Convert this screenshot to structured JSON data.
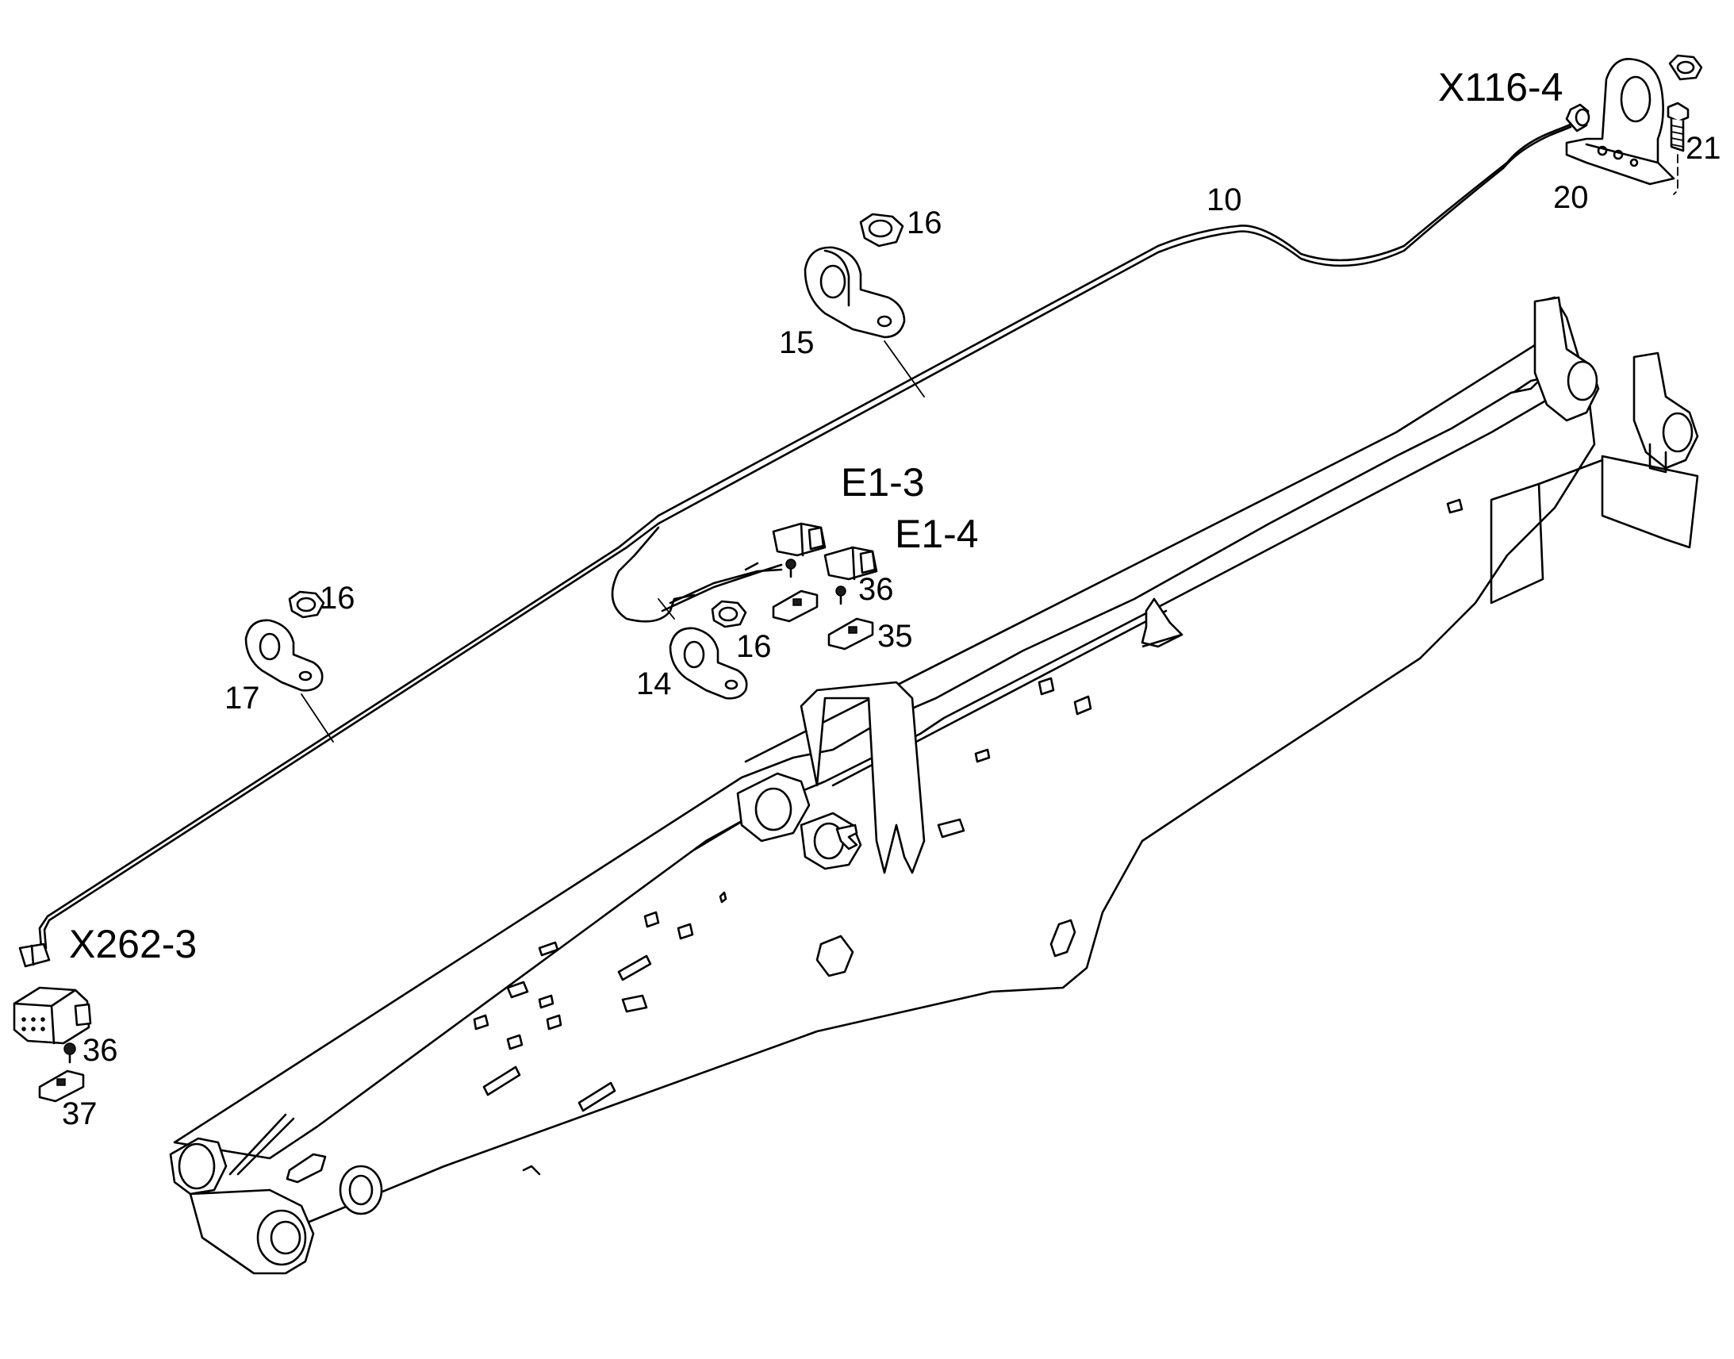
{
  "labels": {
    "x116_4": "X116-4",
    "x262_3": "X262-3",
    "e1_3": "E1-3",
    "e1_4": "E1-4",
    "p10": "10",
    "p14": "14",
    "p15": "15",
    "p16a": "16",
    "p16b": "16",
    "p16c": "16",
    "p17": "17",
    "p20": "20",
    "p21": "21",
    "p35": "35",
    "p36a": "36",
    "p36b": "36",
    "p37": "37"
  }
}
